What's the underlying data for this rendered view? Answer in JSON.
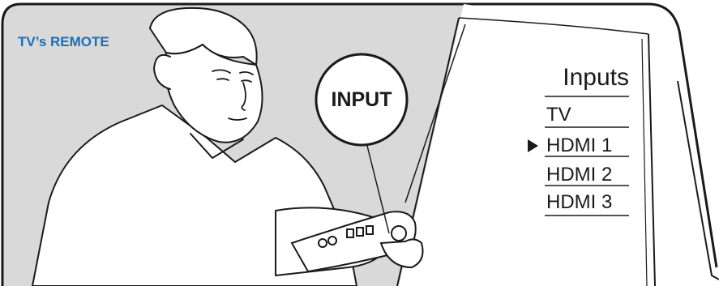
{
  "remote_label": "TV’s REMOTE",
  "input_button_label": "INPUT",
  "inputs_menu": {
    "title": "Inputs",
    "items": [
      "TV",
      "HDMI 1",
      "HDMI 2",
      "HDMI 3"
    ],
    "selected": "HDMI 1"
  },
  "colors": {
    "label_blue": "#1d6fb8",
    "background_gray": "#d9d9d9",
    "line_black": "#1a1a1a"
  }
}
